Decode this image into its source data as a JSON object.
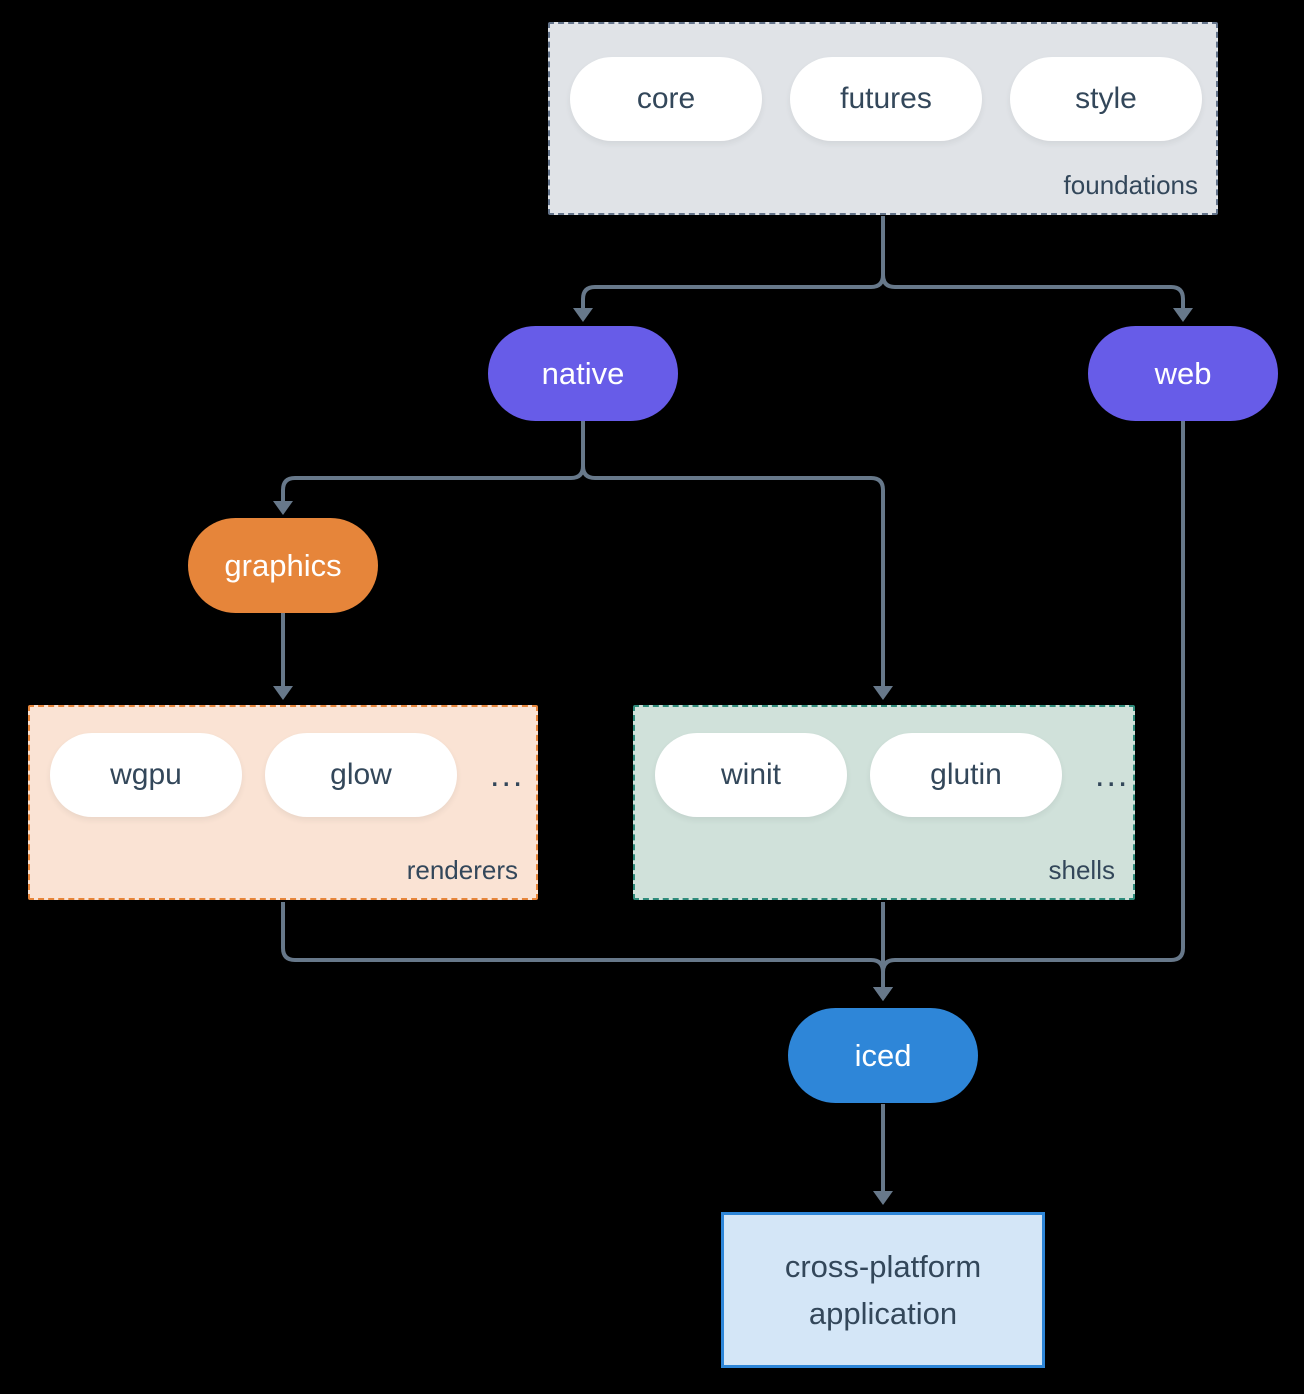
{
  "diagram": {
    "foundations": {
      "label": "foundations",
      "pills": [
        "core",
        "futures",
        "style"
      ]
    },
    "native": {
      "label": "native"
    },
    "web": {
      "label": "web"
    },
    "graphics": {
      "label": "graphics"
    },
    "renderers": {
      "label": "renderers",
      "pills": [
        "wgpu",
        "glow"
      ],
      "ellipsis": "..."
    },
    "shells": {
      "label": "shells",
      "pills": [
        "winit",
        "glutin"
      ],
      "ellipsis": "..."
    },
    "iced": {
      "label": "iced"
    },
    "application": {
      "label": "cross-platform application"
    }
  },
  "colors": {
    "background": "#000000",
    "arrow": "#67788a",
    "node_purple": "#675ce8",
    "node_orange": "#e6853a",
    "node_blue": "#2e86d8",
    "foundations_fill": "#e0e3e7",
    "foundations_border": "#64748b",
    "renderers_fill": "#fae3d4",
    "renderers_border": "#e6853a",
    "shells_fill": "#d0e1da",
    "shells_border": "#2f8b7b",
    "application_fill": "#d4e6f7",
    "application_border": "#2e86d8",
    "text_dark": "#33475a",
    "text_light": "#ffffff"
  }
}
